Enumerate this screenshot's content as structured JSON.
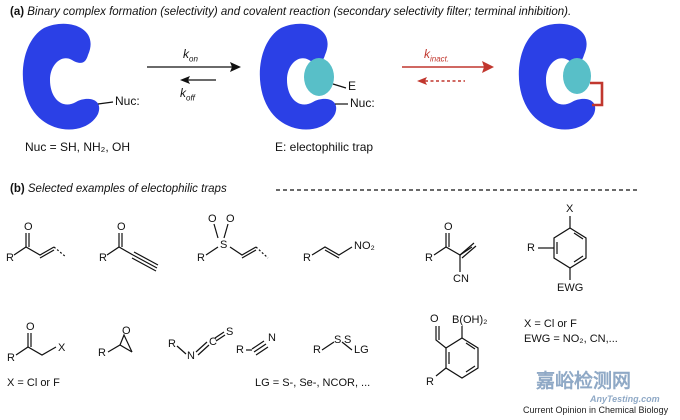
{
  "panel_a": {
    "label": "(a)",
    "caption": "Binary complex formation (selectivity) and covalent reaction (secondary selectivity filter; terminal inhibition).",
    "k_on": "k",
    "k_on_sub": "on",
    "k_off": "k",
    "k_off_sub": "off",
    "k_inact": "k",
    "k_inact_sub": "inact.",
    "nuc_label": "Nuc:",
    "e_label": "E",
    "nuc_label_2": "Nuc:",
    "nuc_def": "Nuc = SH, NH₂, OH",
    "e_def": "E: electophilic trap",
    "colors": {
      "protein": "#2b40e6",
      "ligand": "#58bfc8",
      "inact_arrow": "#c1372e",
      "bond": "#c1372e"
    }
  },
  "panel_b": {
    "label": "(b)",
    "caption": "Selected examples of electophilic traps",
    "r": "R",
    "o": "O",
    "x": "X",
    "no2": "NO₂",
    "cn": "CN",
    "ewg": "EWG",
    "n": "N",
    "c": "C",
    "s": "S",
    "lg": "LG",
    "boh2": "B(OH)₂",
    "note_aryl_x": "X = Cl or F",
    "note_ewg": "EWG = NO₂, CN,...",
    "note_x": "X = Cl or F",
    "note_lg": "LG = S-, Se-, NCOR, ..."
  },
  "watermark": {
    "cn": "嘉峪检测网",
    "en": "AnyTesting.com"
  },
  "footer": "Current Opinion in Chemical Biology"
}
